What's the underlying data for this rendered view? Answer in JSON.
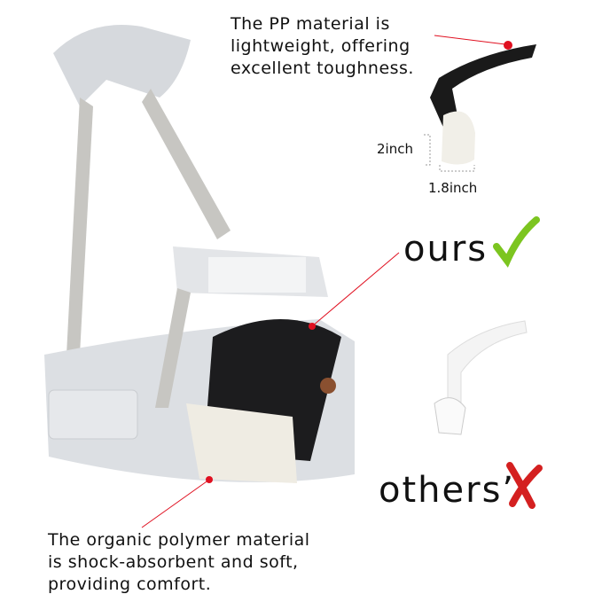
{
  "callouts": {
    "pp_material": [
      "The PP material is",
      "lightweight, offering",
      "excellent toughness."
    ],
    "organic_polymer": [
      "The organic polymer material",
      "is shock-absorbent and soft,",
      "providing comfort."
    ]
  },
  "dimensions": {
    "height": "2inch",
    "width": "1.8inch"
  },
  "comparison": {
    "ours": "ours",
    "others": "others’"
  },
  "colors": {
    "check": "#7cc520",
    "cross": "#d42020",
    "callout_dot": "#e01020",
    "carrier": "#dcdfe3"
  }
}
